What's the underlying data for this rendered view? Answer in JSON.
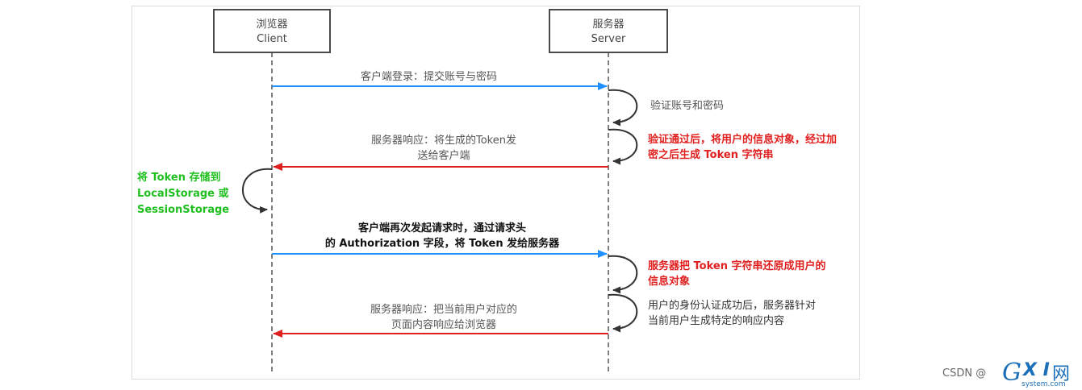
{
  "client": {
    "line1": "浏览器",
    "line2": "Client"
  },
  "server": {
    "line1": "服务器",
    "line2": "Server"
  },
  "msg1": "客户端登录：提交账号与密码",
  "self1": "验证账号和密码",
  "self2": [
    "验证通过后，将用户的信息对象，经过加",
    "密之后生成 Token 字符串"
  ],
  "msg2": [
    "服务器响应：将生成的Token发",
    "送给客户端"
  ],
  "self3": [
    "将 Token 存储到",
    "LocalStorage 或",
    "SessionStorage"
  ],
  "msg3": [
    "客户端再次发起请求时，通过请求头",
    "的 Authorization 字段，将 Token 发给服务器"
  ],
  "self4": [
    "服务器把 Token 字符串还原成用户的",
    "信息对象"
  ],
  "self5": [
    "用户的身份认证成功后，服务器针对",
    "当前用户生成特定的响应内容"
  ],
  "msg4": [
    "服务器响应：把当前用户对应的",
    "页面内容响应给浏览器"
  ],
  "colors": {
    "request": "#1e90ff",
    "response": "#e01f1f",
    "highlight_red": "#e01f1f",
    "highlight_green": "#1fbf1f"
  },
  "watermark": {
    "csdn": "CSDN @",
    "g": "G",
    "xi": "X I",
    "wang": "网",
    "domain": "system.com"
  }
}
